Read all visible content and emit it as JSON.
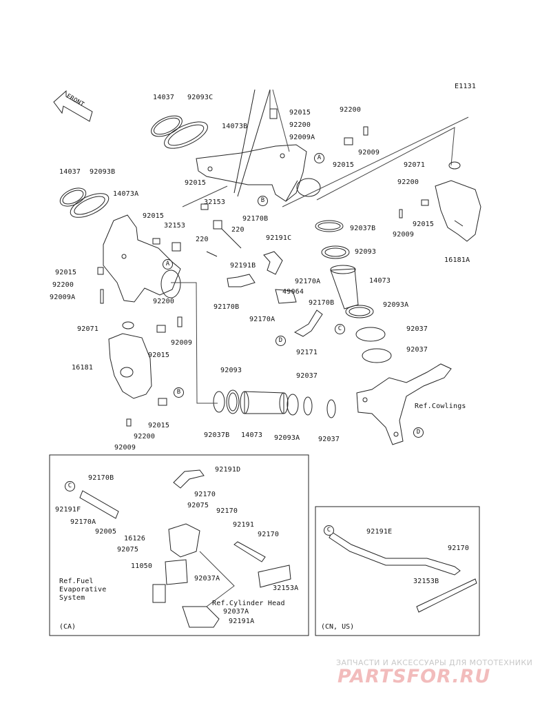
{
  "diagram_code": "E1131",
  "front_label": "FRONT",
  "callouts": [
    {
      "id": "c-14037-a",
      "text": "14037"
    },
    {
      "id": "c-92093C",
      "text": "92093C"
    },
    {
      "id": "c-14073B",
      "text": "14073B"
    },
    {
      "id": "c-92015-a",
      "text": "92015"
    },
    {
      "id": "c-92200-a",
      "text": "92200"
    },
    {
      "id": "c-92009A-a",
      "text": "92009A"
    },
    {
      "id": "c-92200-b",
      "text": "92200"
    },
    {
      "id": "c-92009-a",
      "text": "92009"
    },
    {
      "id": "c-92015-b",
      "text": "92015"
    },
    {
      "id": "c-92071-a",
      "text": "92071"
    },
    {
      "id": "c-14037-b",
      "text": "14037"
    },
    {
      "id": "c-92093B",
      "text": "92093B"
    },
    {
      "id": "c-14073A",
      "text": "14073A"
    },
    {
      "id": "c-92015-c",
      "text": "92015"
    },
    {
      "id": "c-32153-a",
      "text": "32153"
    },
    {
      "id": "c-92200-c",
      "text": "92200"
    },
    {
      "id": "c-92015-d",
      "text": "92015"
    },
    {
      "id": "c-92009-b",
      "text": "92009"
    },
    {
      "id": "c-92015-e",
      "text": "92015"
    },
    {
      "id": "c-32153-b",
      "text": "32153"
    },
    {
      "id": "c-220-a",
      "text": "220"
    },
    {
      "id": "c-92170B-a",
      "text": "92170B"
    },
    {
      "id": "c-220-b",
      "text": "220"
    },
    {
      "id": "c-92191C",
      "text": "92191C"
    },
    {
      "id": "c-92037B-a",
      "text": "92037B"
    },
    {
      "id": "c-92093-a",
      "text": "92093"
    },
    {
      "id": "c-16181A",
      "text": "16181A"
    },
    {
      "id": "c-92015-f",
      "text": "92015"
    },
    {
      "id": "c-92200-d",
      "text": "92200"
    },
    {
      "id": "c-92009A-b",
      "text": "92009A"
    },
    {
      "id": "c-92191B",
      "text": "92191B"
    },
    {
      "id": "c-92170A-a",
      "text": "92170A"
    },
    {
      "id": "c-14073-a",
      "text": "14073"
    },
    {
      "id": "c-49064",
      "text": "49064"
    },
    {
      "id": "c-92170B-b",
      "text": "92170B"
    },
    {
      "id": "c-92093A-a",
      "text": "92093A"
    },
    {
      "id": "c-92200-e",
      "text": "92200"
    },
    {
      "id": "c-92170B-c",
      "text": "92170B"
    },
    {
      "id": "c-92170A-b",
      "text": "92170A"
    },
    {
      "id": "c-92071-b",
      "text": "92071"
    },
    {
      "id": "c-92037-a",
      "text": "92037"
    },
    {
      "id": "c-92009-c",
      "text": "92009"
    },
    {
      "id": "c-92015-g",
      "text": "92015"
    },
    {
      "id": "c-92171",
      "text": "92171"
    },
    {
      "id": "c-92037-b",
      "text": "92037"
    },
    {
      "id": "c-16181",
      "text": "16181"
    },
    {
      "id": "c-92093-b",
      "text": "92093"
    },
    {
      "id": "c-92037-c",
      "text": "92037"
    },
    {
      "id": "c-ref-cowlings",
      "text": "Ref.Cowlings"
    },
    {
      "id": "c-92015-h",
      "text": "92015"
    },
    {
      "id": "c-92200-f",
      "text": "92200"
    },
    {
      "id": "c-92009-d",
      "text": "92009"
    },
    {
      "id": "c-92037B-b",
      "text": "92037B"
    },
    {
      "id": "c-14073-b",
      "text": "14073"
    },
    {
      "id": "c-92093A-b",
      "text": "92093A"
    },
    {
      "id": "c-92037-d",
      "text": "92037"
    },
    {
      "id": "c-92170B-d",
      "text": "92170B"
    },
    {
      "id": "c-92191D",
      "text": "92191D"
    },
    {
      "id": "c-92170-a",
      "text": "92170"
    },
    {
      "id": "c-92191F",
      "text": "92191F"
    },
    {
      "id": "c-92075-a",
      "text": "92075"
    },
    {
      "id": "c-92170-b",
      "text": "92170"
    },
    {
      "id": "c-92170A-c",
      "text": "92170A"
    },
    {
      "id": "c-92005",
      "text": "92005"
    },
    {
      "id": "c-92191-a",
      "text": "92191"
    },
    {
      "id": "c-16126",
      "text": "16126"
    },
    {
      "id": "c-92170-c",
      "text": "92170"
    },
    {
      "id": "c-92075-b",
      "text": "92075"
    },
    {
      "id": "c-11050",
      "text": "11050"
    },
    {
      "id": "c-92037A-a",
      "text": "92037A"
    },
    {
      "id": "c-32153A",
      "text": "32153A"
    },
    {
      "id": "c-ref-fuel",
      "text": "Ref.Fuel\n Evaporative\n System"
    },
    {
      "id": "c-ref-cyl",
      "text": "Ref.Cylinder Head"
    },
    {
      "id": "c-92037A-b",
      "text": "92037A"
    },
    {
      "id": "c-92191A",
      "text": "92191A"
    },
    {
      "id": "c-92191E",
      "text": "92191E"
    },
    {
      "id": "c-92170-d",
      "text": "92170"
    },
    {
      "id": "c-32153B",
      "text": "32153B"
    }
  ],
  "connectors": [
    {
      "id": "A",
      "text": "A"
    },
    {
      "id": "B",
      "text": "B"
    },
    {
      "id": "C",
      "text": "C"
    },
    {
      "id": "D",
      "text": "D"
    }
  ],
  "inset_ca": {
    "label": "(CA)"
  },
  "inset_cn_us": {
    "label": "(CN, US)"
  },
  "watermark": {
    "subtitle": "ЗАПЧАСТИ И АКСЕССУАРЫ ДЛЯ МОТОТЕХНИКИ",
    "brand": "PARTSFOR.RU"
  },
  "colors": {
    "line": "#222222",
    "watermark_brand": "#f2bcbc",
    "watermark_sub": "#c8c8c8"
  }
}
